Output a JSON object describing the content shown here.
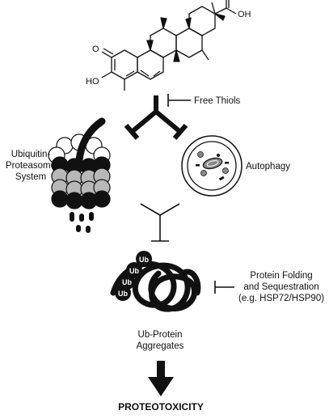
{
  "molecule": {
    "carboxyl_label": "OH",
    "carbonyl_label": "O",
    "hydroxyl_label": "HO"
  },
  "labels": {
    "free_thiols": "Free Thiols",
    "ups_line1": "Ubiquitin-",
    "ups_line2": "Proteasome",
    "ups_line3": "System",
    "autophagy": "Autophagy",
    "folding_line1": "Protein Folding",
    "folding_line2": "and Sequestration",
    "folding_line3": "(e.g. HSP72/HSP90)",
    "aggregates_line1": "Ub-Protein",
    "aggregates_line2": "Aggregates",
    "outcome": "PROTEOTOXICITY",
    "ub_tag": "Ub"
  },
  "colors": {
    "ink": "#111111",
    "proteasome_grey": "#b8b8b8",
    "vesicle_grey": "#888888"
  }
}
